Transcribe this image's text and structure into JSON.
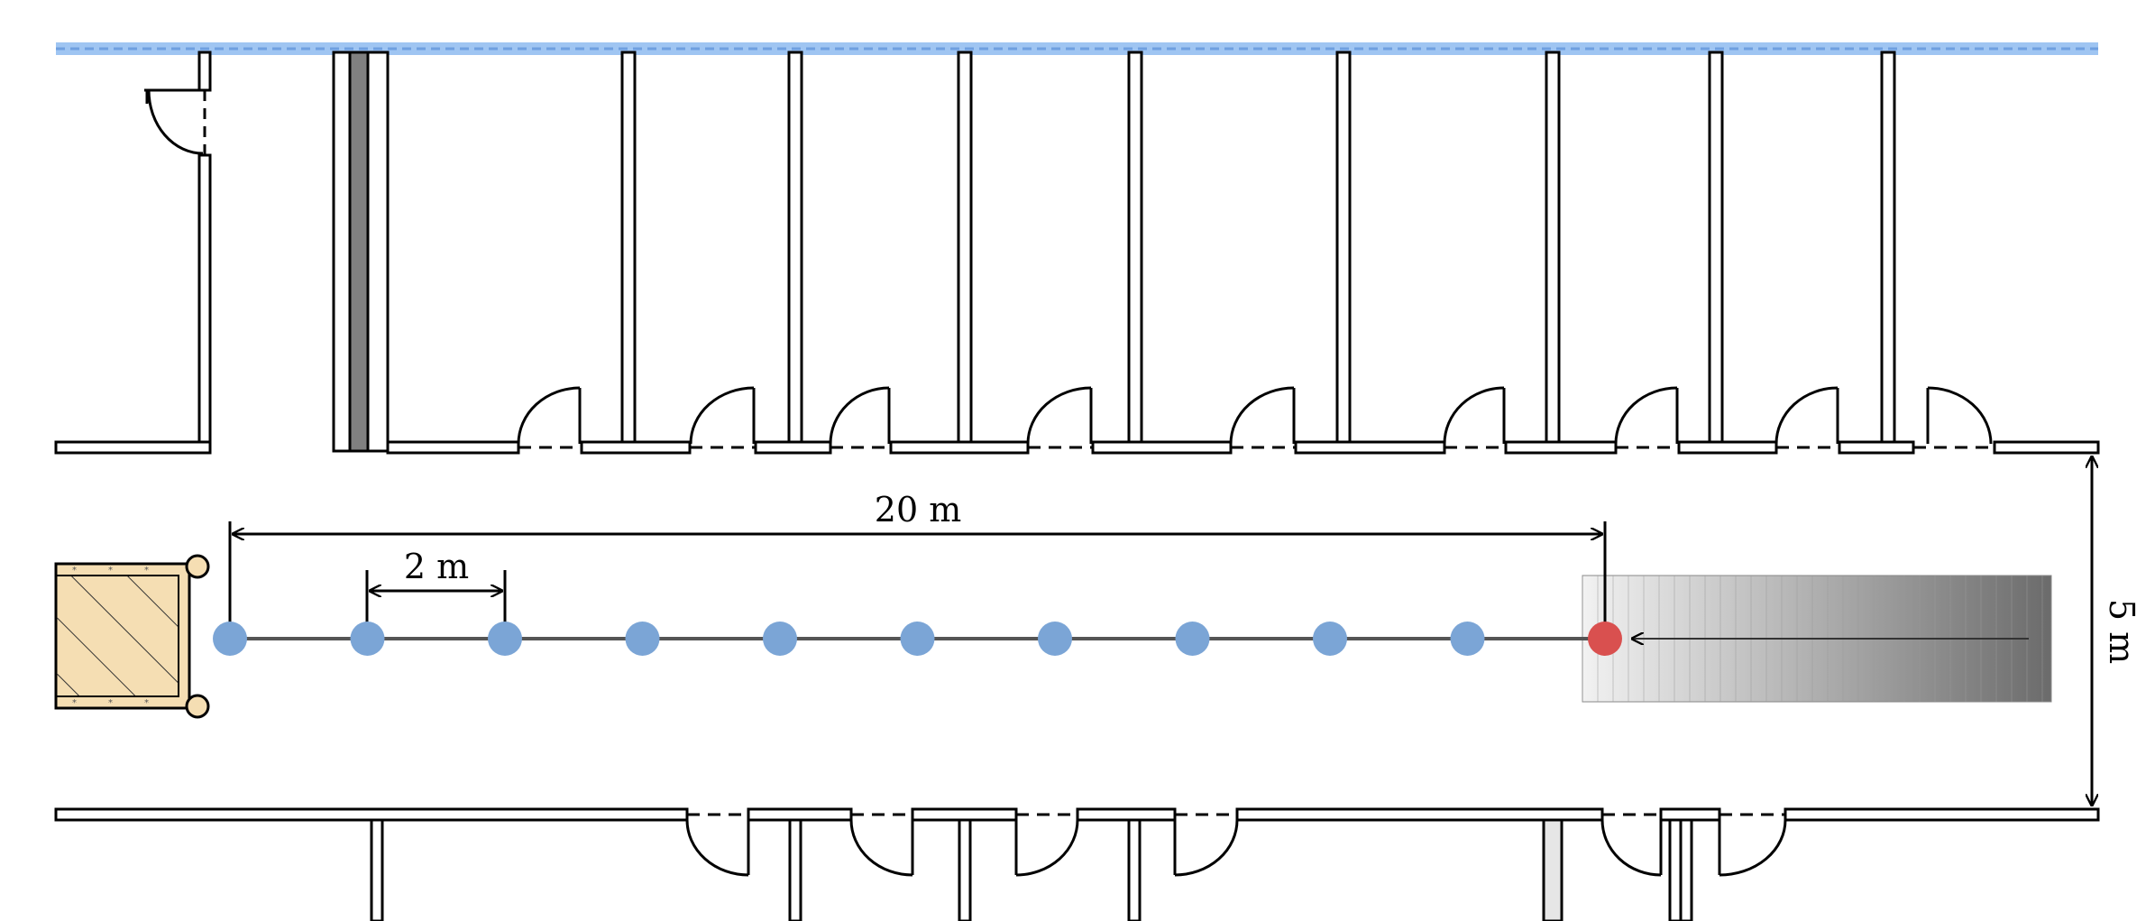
{
  "labels": {
    "total_length": "20 m",
    "spacing": "2 m",
    "corridor_width": "5 m"
  },
  "colors": {
    "sensor_node": "#7ba5d6",
    "source_node": "#d9504f",
    "window_strip": "#9fc5f2",
    "obstacle_frame": "#f5deb3",
    "gradient_light": "#f2f2f2",
    "gradient_dark": "#6b6b6b"
  },
  "icons": {
    "sensor": "blue-circle",
    "source": "red-circle",
    "door": "door-swing-arc",
    "obstacle": "hatched-rectangle",
    "arrow": "arrow-left"
  },
  "sensor_count": 10,
  "source_count": 1
}
